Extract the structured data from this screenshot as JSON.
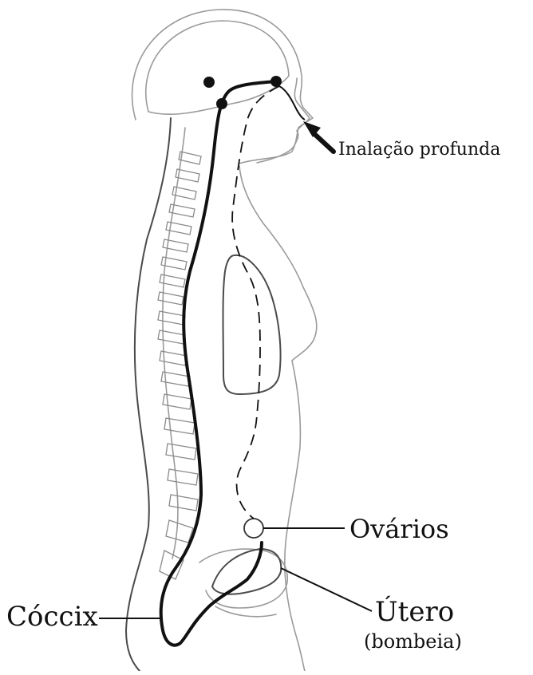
{
  "labels": {
    "inhalation": "Inalação profunda",
    "ovaries": "Ovários",
    "coccyx": "Cóccix",
    "uterus": "Útero",
    "uterus_note": "(bombeia)"
  }
}
